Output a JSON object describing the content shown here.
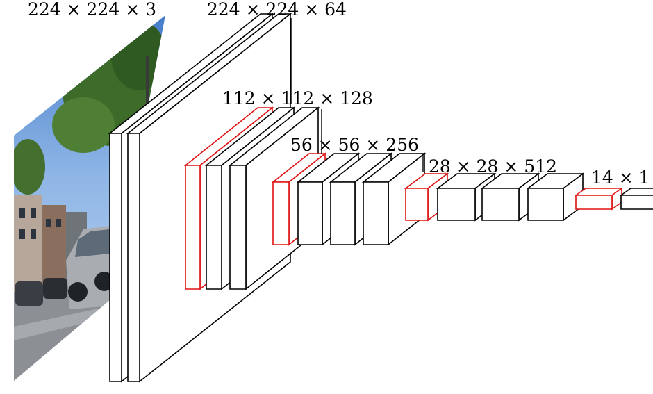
{
  "diagram": {
    "labels": {
      "input": "224 × 224 × 3",
      "block1": "224 × 224 × 64",
      "block2": "112 × 112 × 128",
      "block3": "56 × 56 × 256",
      "block4": "28 × 28 × 512",
      "block5": "14 × 1"
    },
    "colors": {
      "layer_stroke": "#000000",
      "pool_stroke": "#e01010",
      "layer_fill": "#ffffff"
    },
    "layer_kinds": [
      "conv",
      "pool"
    ]
  }
}
